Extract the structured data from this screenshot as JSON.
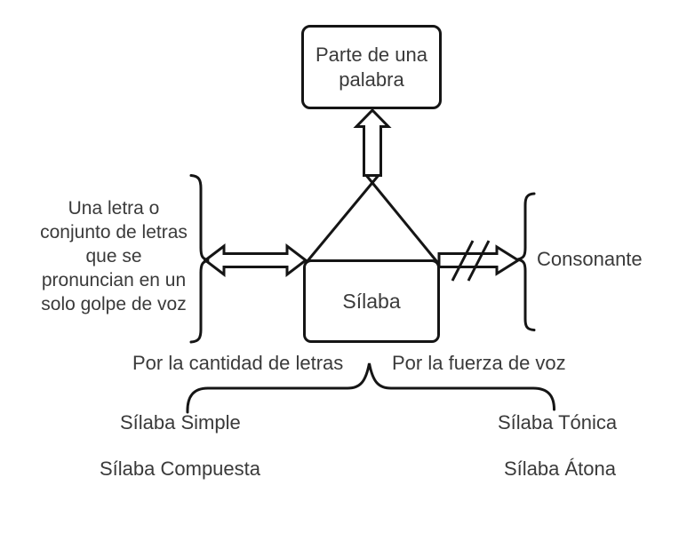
{
  "diagram": {
    "top_box_label": "Parte de una palabra",
    "center_box_label": "Sílaba",
    "definition_lines": [
      "Una letra o",
      "conjunto de letras",
      "que se",
      "pronuncian en un",
      "solo golpe de voz"
    ],
    "right_label": "Consonante",
    "branch_left_title": "Por la cantidad de letras",
    "branch_right_title": "Por la fuerza de voz",
    "left_branch_items": [
      "Sílaba Simple",
      "Sílaba Compuesta"
    ],
    "right_branch_items": [
      "Sílaba Tónica",
      "Sílaba Átona"
    ],
    "colors": {
      "line": "#151515",
      "text": "#3a3a3a",
      "background": "#ffffff"
    }
  }
}
